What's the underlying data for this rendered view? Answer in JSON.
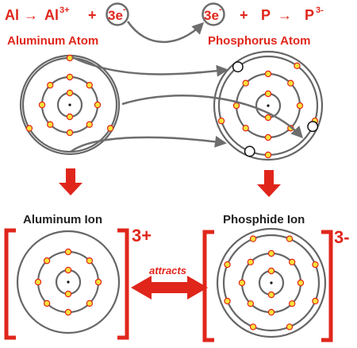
{
  "colors": {
    "accent": "#e0261b",
    "orbit": "#666666",
    "electron_fill": "#f7e23a",
    "electron_stroke": "#e0261b",
    "empty_fill": "#ffffff",
    "empty_stroke": "#111111",
    "arrow": "#6d6d6d",
    "text_dark": "#222222"
  },
  "equation": {
    "al": "Al",
    "arrow1": "→",
    "al_ion_base": "Al",
    "al_ion_sup": "3+",
    "plus1": "+",
    "e_left_base": "3e",
    "e_left_sup": "-",
    "e_right_base": "3e",
    "e_right_sup": "-",
    "plus2": "+",
    "p": "P",
    "arrow2": "→",
    "p_ion_base": "P",
    "p_ion_sup": "3-"
  },
  "labels": {
    "aluminum_atom": "Aluminum Atom",
    "phosphorus_atom": "Phosphorus Atom",
    "aluminum_ion": "Aluminum Ion",
    "phosphide_ion": "Phosphide Ion",
    "attracts": "attracts",
    "al_charge": "3+",
    "p_charge": "3-"
  },
  "atoms": {
    "aluminum_atom": {
      "shell_electrons": [
        2,
        8,
        3
      ],
      "vacancies": 0
    },
    "phosphorus_atom": {
      "shell_electrons": [
        2,
        8,
        5
      ],
      "vacancies": 3
    },
    "aluminum_ion": {
      "shell_electrons": [
        2,
        8
      ]
    },
    "phosphide_ion": {
      "shell_electrons": [
        2,
        8,
        8
      ]
    }
  }
}
